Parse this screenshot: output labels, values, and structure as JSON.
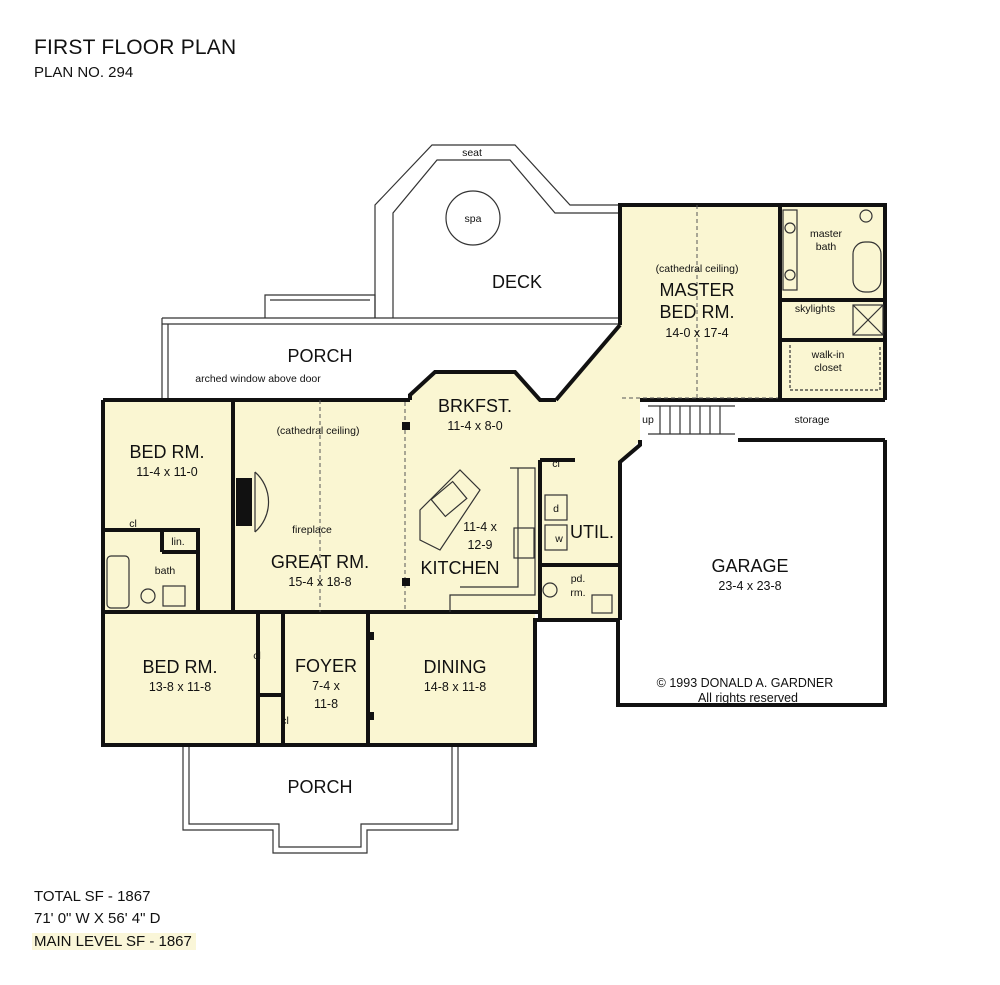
{
  "header": {
    "title": "FIRST FLOOR PLAN",
    "plan_no": "PLAN NO. 294"
  },
  "rooms": {
    "bed1": {
      "name": "BED RM.",
      "dims": "11-4  x  11-0"
    },
    "bed2": {
      "name": "BED RM.",
      "dims": "13-8  x  11-8"
    },
    "great": {
      "name": "GREAT RM.",
      "dims": "15-4  x  18-8",
      "note": "(cathedral ceiling)"
    },
    "foyer": {
      "name": "FOYER",
      "dims1": "7-4  x",
      "dims2": "11-8"
    },
    "dining": {
      "name": "DINING",
      "dims": "14-8  x  11-8"
    },
    "kitchen": {
      "name": "KITCHEN",
      "dims1": "11-4  x",
      "dims2": "12-9"
    },
    "brkfst": {
      "name": "BRKFST.",
      "dims": "11-4  x  8-0"
    },
    "master": {
      "name1": "MASTER",
      "name2": "BED RM.",
      "dims": "14-0  x  17-4",
      "note": "(cathedral ceiling)"
    },
    "util": {
      "name": "UTIL."
    },
    "garage": {
      "name": "GARAGE",
      "dims": "23-4  x  23-8"
    },
    "deck": {
      "name": "DECK"
    },
    "porch_back": {
      "name": "PORCH"
    },
    "porch_front": {
      "name": "PORCH"
    }
  },
  "labels": {
    "seat": "seat",
    "spa": "spa",
    "master_bath1": "master",
    "master_bath2": "bath",
    "skylights": "skylights",
    "walkin1": "walk-in",
    "walkin2": "closet",
    "storage": "storage",
    "up": "up",
    "arched": "arched window above door",
    "fireplace": "fireplace",
    "cl": "cl",
    "lin": "lin.",
    "bath": "bath",
    "pd1": "pd.",
    "pd2": "rm.",
    "d": "d",
    "w": "w"
  },
  "copyright": {
    "line1": "©  1993  DONALD  A.  GARDNER",
    "line2": "All  rights  reserved"
  },
  "footer": {
    "total": "TOTAL SF - 1867",
    "size": "71' 0\" W X 56' 4\" D",
    "main": "MAIN LEVEL SF - 1867"
  },
  "colors": {
    "floor": "#faf6d2",
    "wall": "#111111",
    "garage": "#ffffff",
    "highlight": "#faf6d8"
  }
}
